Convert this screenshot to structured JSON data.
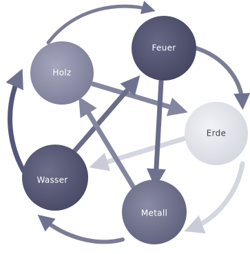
{
  "diagram": {
    "nodes": [
      {
        "id": "holz",
        "label": "Holz",
        "color": "#8d8ea8"
      },
      {
        "id": "feuer",
        "label": "Feuer",
        "color": "#4f5170"
      },
      {
        "id": "erde",
        "label": "Erde",
        "color": "#e3e4ea"
      },
      {
        "id": "metall",
        "label": "Metall",
        "color": "#73758f"
      },
      {
        "id": "wasser",
        "label": "Wasser",
        "color": "#555772"
      }
    ],
    "generating_cycle": [
      [
        "holz",
        "feuer"
      ],
      [
        "feuer",
        "erde"
      ],
      [
        "erde",
        "metall"
      ],
      [
        "metall",
        "wasser"
      ],
      [
        "wasser",
        "holz"
      ]
    ],
    "controlling_cycle": [
      [
        "holz",
        "erde"
      ],
      [
        "erde",
        "wasser"
      ],
      [
        "wasser",
        "feuer"
      ],
      [
        "feuer",
        "metall"
      ],
      [
        "metall",
        "holz"
      ]
    ],
    "colors": {
      "outer_arrow": "#7b7d96",
      "inner_arrow": "#8486a0",
      "light_arrow": "#d4d6e0",
      "background": "#ffffff"
    }
  }
}
